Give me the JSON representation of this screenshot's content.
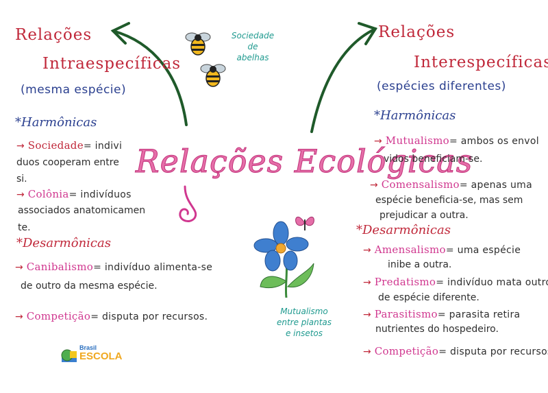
{
  "central_title": "Relações Ecológicas",
  "left": {
    "title_line1": "Relações",
    "title_line2": "Intraespecíficas",
    "subtitle": "(mesma espécie)",
    "harmonicas": {
      "heading": "*Harmônicas",
      "items": [
        {
          "term": "Sociedade",
          "lines": [
            "= indivi",
            "duos cooperam entre",
            "si."
          ]
        },
        {
          "term": "Colônia",
          "lines": [
            "= indivíduos",
            "associados anatomicamen",
            "te."
          ]
        }
      ]
    },
    "desarmonicas": {
      "heading": "*Desarmônicas",
      "items": [
        {
          "term": "Canibalismo",
          "lines": [
            "= indivíduo alimenta-se",
            "de outro da mesma espécie."
          ]
        },
        {
          "term": "Competição",
          "lines": [
            "= disputa por recursos."
          ]
        }
      ]
    }
  },
  "right": {
    "title_line1": "Relações",
    "title_line2": "Interespecíficas",
    "subtitle": "(espécies diferentes)",
    "harmonicas": {
      "heading": "*Harmônicas",
      "items": [
        {
          "term": "Mutualismo",
          "lines": [
            "= ambos os envol",
            "vidos beneficiam-se."
          ]
        },
        {
          "term": "Comensalismo",
          "lines": [
            "= apenas uma",
            "espécie beneficia-se, mas sem",
            "prejudicar a outra."
          ]
        }
      ]
    },
    "desarmonicas": {
      "heading": "*Desarmônicas",
      "items": [
        {
          "term": "Amensalismo",
          "lines": [
            "= uma espécie",
            "inibe a outra."
          ]
        },
        {
          "term": "Predatismo",
          "lines": [
            "= indivíduo mata outro",
            "de espécie diferente."
          ]
        },
        {
          "term": "Parasitismo",
          "lines": [
            "= parasita retira",
            "nutrientes do hospedeiro."
          ]
        },
        {
          "term": "Competição",
          "lines": [
            "= disputa por recursos."
          ]
        }
      ]
    }
  },
  "notes": {
    "bees": [
      "Sociedade",
      "de",
      "abelhas"
    ],
    "flower": [
      "Mutualismo",
      "entre plantas",
      "e insetos"
    ]
  },
  "logo": {
    "line1": "Brasil",
    "line2": "ESCOLA"
  },
  "colors": {
    "title_red": "#c0283a",
    "heading_blue": "#2a3f8f",
    "term_pink": "#d0378f",
    "arrow_green": "#1f5a2a",
    "note_teal": "#1f9a8f",
    "flower_blue": "#3f7fcf"
  },
  "icons": [
    "green-arrow-icon",
    "bee-icon",
    "flower-icon",
    "butterfly-icon",
    "logo-globe-icon"
  ]
}
